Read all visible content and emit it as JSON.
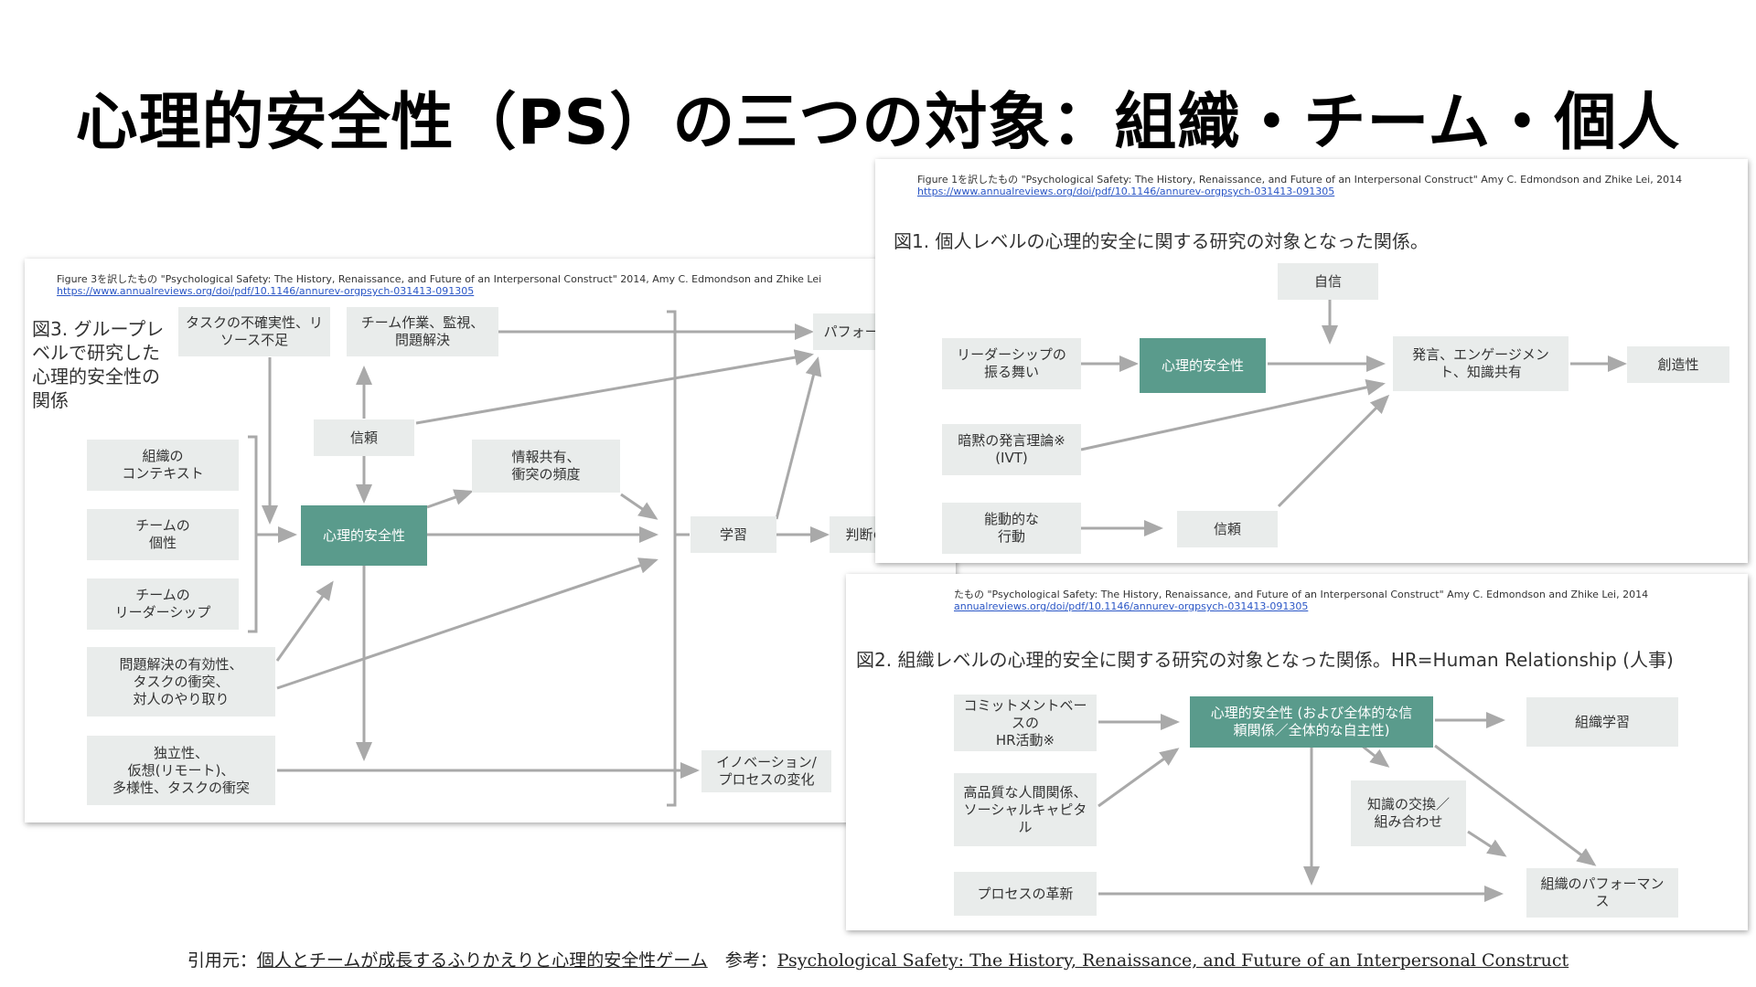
{
  "title": "心理的安全性（PS）の三つの対象：組織・チーム・個人",
  "fig3": {
    "source": "Figure 3を訳したもの \"Psychological Safety: The History, Renaissance, and Future of an Interpersonal Construct\" 2014, Amy C. Edmondson and Zhike Lei",
    "url": "https://www.annualreviews.org/doi/pdf/10.1146/annurev-orgpsych-031413-091305",
    "heading": "図3. グループレ\nベルで研究した\n心理的安全性の\n関係",
    "boxes": {
      "task_uncertainty": "タスクの不確実性、リ\nソース不足",
      "team_work": "チーム作業、監視、\n問題解決",
      "performance": "パフォーマンス",
      "trust": "信頼",
      "org_context": "組織の\nコンテキスト",
      "team_personality": "チームの\n個性",
      "team_leadership": "チームの\nリーダーシップ",
      "ps": "心理的安全性",
      "info_sharing": "情報共有、\n衝突の頻度",
      "learning": "学習",
      "decision_quality": "判断の品質",
      "problem_solving": "問題解決の有効性、\nタスクの衝突、\n対人のやり取り",
      "independence": "独立性、\n仮想(リモート)、\n多様性、タスクの衝突",
      "innovation": "イノベーション/\nプロセスの変化"
    }
  },
  "fig1": {
    "source": "Figure 1を訳したもの \"Psychological Safety: The History, Renaissance, and Future of an Interpersonal Construct\" Amy C. Edmondson and Zhike Lei, 2014",
    "url": "https://www.annualreviews.org/doi/pdf/10.1146/annurev-orgpsych-031413-091305",
    "heading": "図1. 個人レベルの心理的安全に関する研究の対象となった関係。",
    "boxes": {
      "confidence": "自信",
      "leadership": "リーダーシップの\n振る舞い",
      "ps": "心理的安全性",
      "voice": "発言、エンゲージメン\nト、知識共有",
      "creativity": "創造性",
      "ivt": "暗黙の発言理論※\n(IVT)",
      "proactive": "能動的な\n行動",
      "trust": "信頼"
    }
  },
  "fig2": {
    "source": "たもの \"Psychological Safety: The History, Renaissance, and Future of an Interpersonal Construct\" Amy C. Edmondson and Zhike Lei, 2014",
    "url": "annualreviews.org/doi/pdf/10.1146/annurev-orgpsych-031413-091305",
    "heading": "図2. 組織レベルの心理的安全に関する研究の対象となった関係。HR=Human Relationship (人事)",
    "boxes": {
      "commitment": "コミットメントベー\nスの\nHR活動※",
      "ps": "心理的安全性 (および全体的な信\n頼関係／全体的な自主性)",
      "org_learning": "組織学習",
      "relationships": "高品質な人間関係、\nソーシャルキャピタ\nル",
      "knowledge": "知識の交換／\n組み合わせ",
      "process": "プロセスの革新",
      "org_performance": "組織のパフォーマン\nス"
    }
  },
  "footer": {
    "prefix": "引用元：",
    "link1": "個人とチームが成長するふりかえりと心理的安全性ゲーム",
    "mid": "　参考：",
    "link2": "Psychological Safety: The History, Renaissance, and Future of an Interpersonal Construct"
  },
  "colors": {
    "ps_box": "#5a9b8c",
    "box": "#e9eceb",
    "arrow": "#a9a9a9"
  }
}
